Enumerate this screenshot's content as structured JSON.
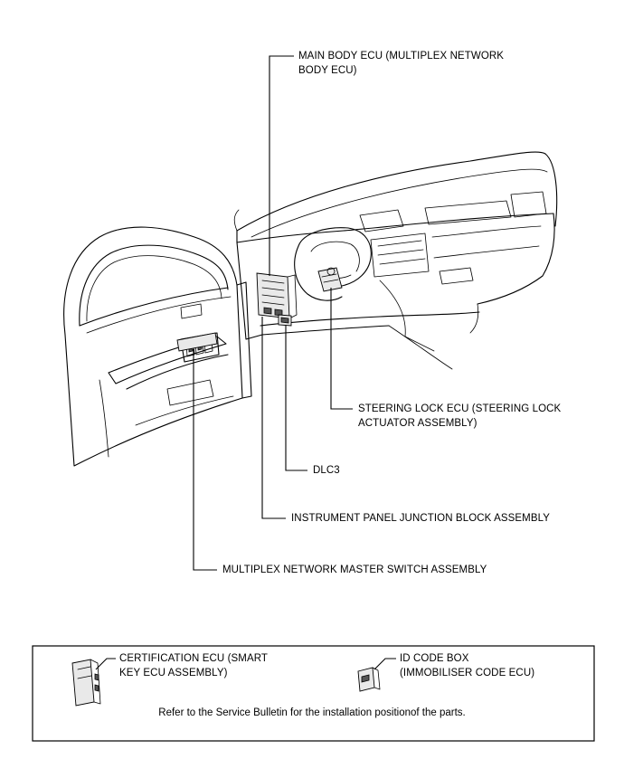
{
  "labels": {
    "main_body_ecu_l1": "MAIN BODY ECU (MULTIPLEX NETWORK",
    "main_body_ecu_l2": "BODY ECU)",
    "steering_lock_l1": "STEERING LOCK ECU (STEERING LOCK",
    "steering_lock_l2": "ACTUATOR ASSEMBLY)",
    "dlc3": "DLC3",
    "junction_block": "INSTRUMENT PANEL JUNCTION BLOCK ASSEMBLY",
    "master_switch": "MULTIPLEX NETWORK MASTER SWITCH ASSEMBLY"
  },
  "legend_box": {
    "certification_l1": "CERTIFICATION ECU (SMART",
    "certification_l2": "KEY ECU ASSEMBLY)",
    "id_code_l1": "ID CODE BOX",
    "id_code_l2": "(IMMOBILISER CODE ECU)",
    "note": "Refer to the Service Bulletin for the installation positionof the parts."
  },
  "icons": [
    "car-interior-illustration",
    "main-body-ecu-icon",
    "steering-lock-ecu-icon",
    "dlc3-connector-icon",
    "master-switch-icon",
    "certification-ecu-icon",
    "id-code-box-icon"
  ],
  "colors": {
    "ink": "#000000",
    "background": "#ffffff",
    "part_fill": "#e9e9e9"
  }
}
